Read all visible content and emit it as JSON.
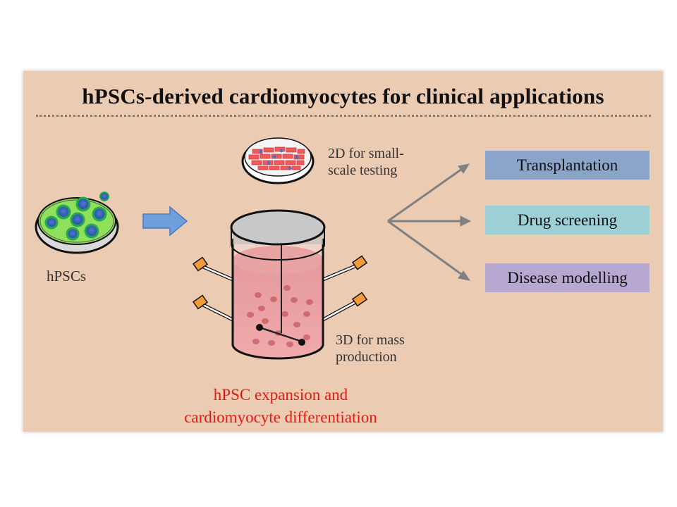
{
  "title": "hPSCs-derived cardiomyocytes for clinical applications",
  "labels": {
    "hpscs": "hPSCs",
    "two_d_line1": "2D for small-",
    "two_d_line2": "scale testing",
    "three_d_line1": "3D for mass",
    "three_d_line2": "production",
    "process_line1": "hPSC expansion and",
    "process_line2": "cardiomyocyte differentiation"
  },
  "outputs": [
    {
      "label": "Transplantation",
      "color": "#8ba5ca"
    },
    {
      "label": "Drug screening",
      "color": "#9dcfd4"
    },
    {
      "label": "Disease modelling",
      "color": "#b7a8d2"
    }
  ],
  "colors": {
    "background": "#eccbb3",
    "process_text": "#e41a12",
    "arrow": "#7f7f7f",
    "block_arrow": "#6f9fdc"
  },
  "icons": [
    "petri-dish-icon",
    "cardiomyocyte-dish-icon",
    "bioreactor-icon",
    "block-arrow-icon"
  ]
}
